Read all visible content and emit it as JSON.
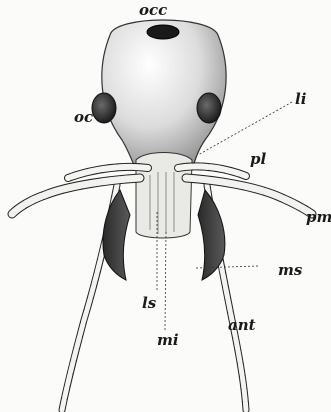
{
  "figure": {
    "labels": {
      "occ": "occ",
      "oc": "oc",
      "li": "li",
      "pl": "pl",
      "pm": "pm",
      "ms": "ms",
      "ls": "ls",
      "mi": "mi",
      "ant": "ant"
    }
  }
}
